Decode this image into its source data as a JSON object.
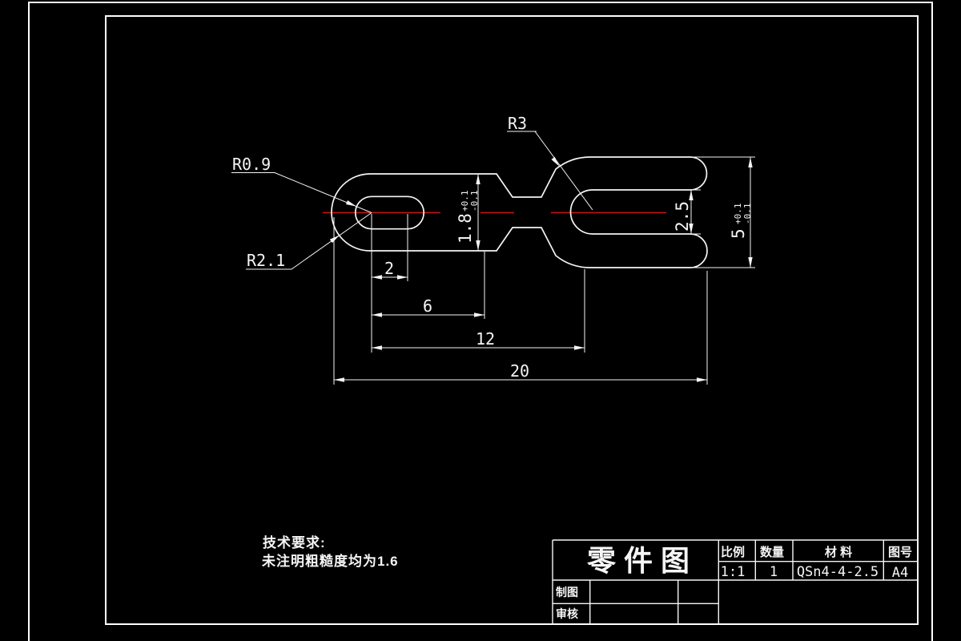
{
  "colors": {
    "background": "#000000",
    "line": "#f5f5f5",
    "centerline": "#ff0000"
  },
  "annotations": {
    "radius_r09": "R0.9",
    "radius_r21": "R2.1",
    "radius_r3": "R3",
    "dim_2": "2",
    "dim_6": "6",
    "dim_12": "12",
    "dim_20": "20",
    "dim_2_5": "2.5",
    "dim_1_8": {
      "value": "1.8",
      "tol_plus": "+0.1",
      "tol_minus": "-0.1"
    },
    "dim_5": {
      "value": "5",
      "tol_plus": "+0.1",
      "tol_minus": "-0.1"
    }
  },
  "technical_requirements": {
    "heading": "技术要求:",
    "line1": "未注明粗糙度均为1.6"
  },
  "title_block": {
    "title": "零件图",
    "scale_label": "比例",
    "scale_value": "1:1",
    "quantity_label": "数量",
    "quantity_value": "1",
    "material_label": "材    料",
    "material_value": "QSn4-4-2.5",
    "drawing_no_label": "图号",
    "drawing_no_value": "A4",
    "drawn_by_label": "制图",
    "checked_by_label": "审核"
  }
}
